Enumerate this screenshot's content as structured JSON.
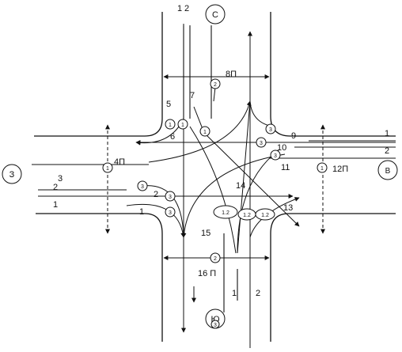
{
  "directions": {
    "north": "С",
    "south": "Ю",
    "west": "З",
    "east": "В"
  },
  "crosswalks": {
    "north": "8П",
    "south": "16 П",
    "west": "4П",
    "east": "12П"
  },
  "lane_labels": {
    "north_1": "1",
    "north_2": "2",
    "south_1": "1",
    "south_2": "2",
    "west_1": "1",
    "west_2": "2",
    "west_3": "3",
    "east_1": "1",
    "east_2": "2"
  },
  "movement_labels": {
    "m1": "1",
    "m2": "2",
    "m5": "5",
    "m6": "6",
    "m7": "7",
    "m9": "9",
    "m10": "10",
    "m11": "11",
    "m13": "13",
    "m14": "14",
    "m15": "15"
  },
  "nodes": {
    "n1a": "1",
    "n1b": "1",
    "n1c": "1",
    "n2": "2",
    "n3a": "3",
    "n3b": "3",
    "n3c": "3",
    "n3d": "3",
    "n3e": "3",
    "n4": "1",
    "n5": "3",
    "n6": "1",
    "n7": "2",
    "n8": "3",
    "n12a": "1.2",
    "n12b": "1.2",
    "n12c": "1.2"
  }
}
